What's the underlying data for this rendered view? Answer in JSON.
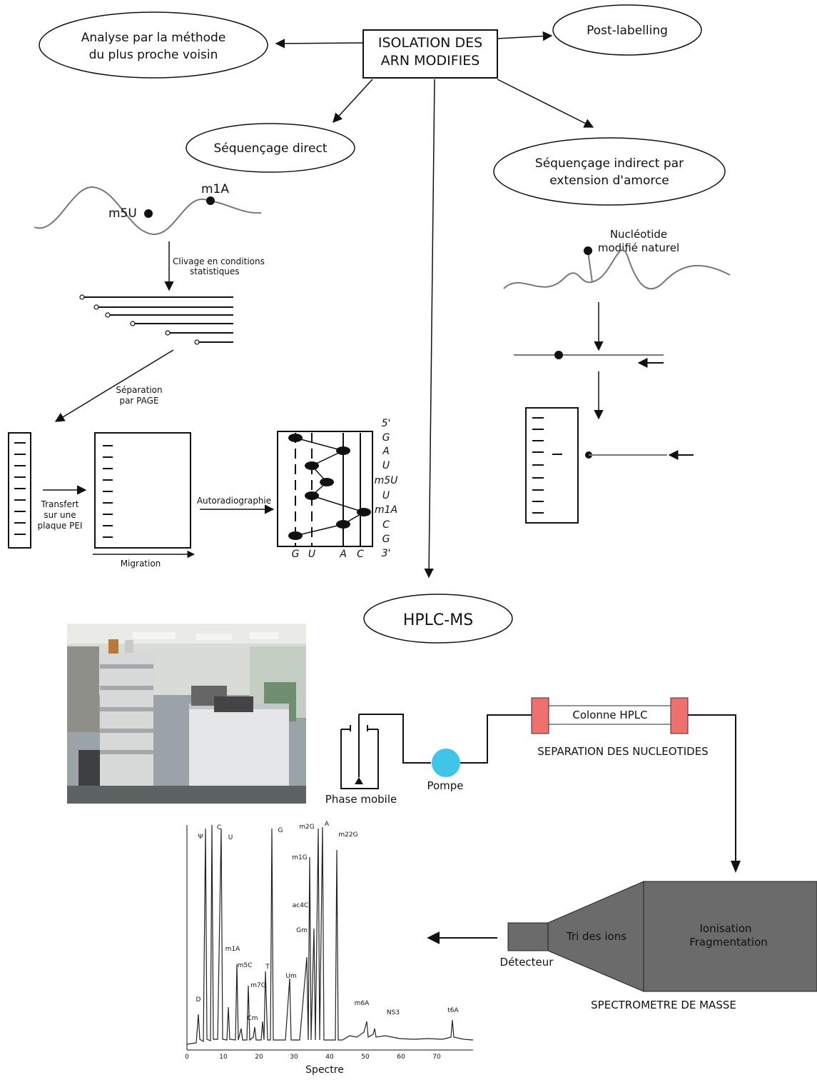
{
  "nodes": {
    "center": {
      "line1": "ISOLATION DES",
      "line2": "ARN MODIFIES"
    },
    "nearest_neighbor": {
      "line1": "Analyse par la méthode",
      "line2": "du plus proche voisin"
    },
    "post_labelling": "Post-labelling",
    "direct_sequencing": "Séquençage direct",
    "indirect_sequencing": {
      "line1": "Séquençage indirect par",
      "line2": "extension d'amorce"
    },
    "hplc_ms": "HPLC-MS"
  },
  "direct": {
    "mod_m5u": "m5U",
    "mod_m1a": "m1A",
    "step_cleavage": {
      "line1": "Clivage en conditions",
      "line2": "statistiques"
    },
    "step_separation": {
      "line1": "Séparation",
      "line2": "par PAGE"
    },
    "step_transfer": {
      "line1": "Transfert",
      "line2": "sur une",
      "line3": "plaque PEI"
    },
    "step_autoradio": "Autoradiographie",
    "migration": "Migration",
    "lane_labels": [
      "G",
      "U",
      "A",
      "C"
    ],
    "sequence": [
      "5'",
      "G",
      "A",
      "U",
      "m5U",
      "U",
      "m1A",
      "C",
      "G",
      "3'"
    ]
  },
  "indirect": {
    "natural_mod": {
      "line1": "Nucléotide",
      "line2": "modifié naturel"
    }
  },
  "hplc": {
    "mobile_phase": "Phase mobile",
    "pump": "Pompe",
    "column": "Colonne HPLC",
    "separation": "SEPARATION DES NUCLEOTIDES",
    "spectrometer": "SPECTROMETRE DE MASSE",
    "ionisation": {
      "line1": "Ionisation",
      "line2": "Fragmentation"
    },
    "ion_sorting": "Tri des ions",
    "detector": "Détecteur"
  },
  "spectrum": {
    "title": "Spectre",
    "peaks": [
      "D",
      "Ψ",
      "C",
      "U",
      "m1A",
      "m5C",
      "T",
      "m7G",
      "Cm",
      "G",
      "Um",
      "m2G",
      "m1G",
      "ac4C",
      "Gm",
      "A",
      "m22G",
      "m6A",
      "NS3",
      "t6A"
    ],
    "x_ticks": [
      "0",
      "10",
      "20",
      "30",
      "40",
      "50",
      "60",
      "70"
    ]
  },
  "colors": {
    "column_end": "#f07070",
    "pump": "#3fc4ea",
    "mass_spec": "#6b6b6b"
  }
}
